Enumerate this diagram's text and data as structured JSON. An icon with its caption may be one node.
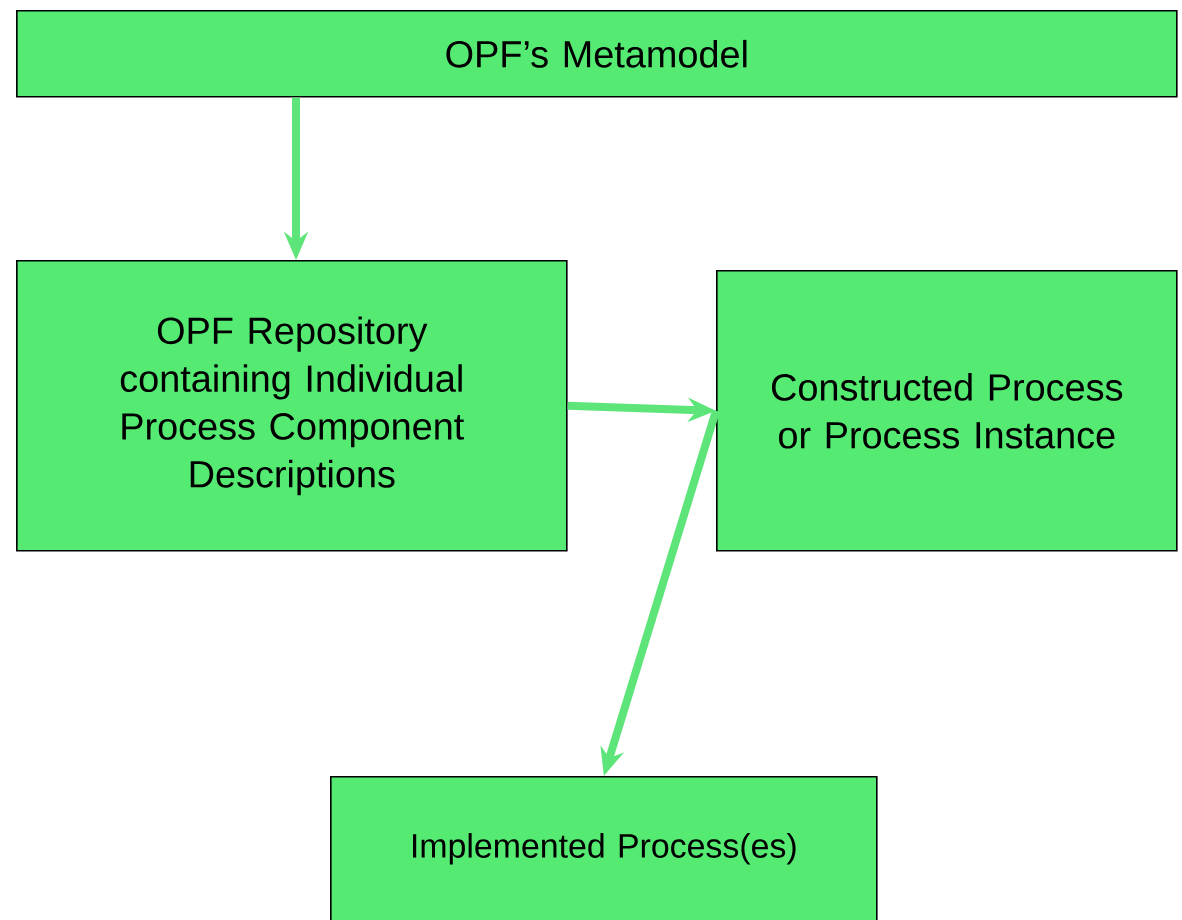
{
  "diagram": {
    "nodes": [
      {
        "text": [
          "OPF’s Metamodel"
        ]
      },
      {
        "text": [
          "OPF Repository containing Individual Process Component Descriptions"
        ]
      },
      {
        "text": [
          "Constructed Process or Process Instance"
        ]
      },
      {
        "text": [
          "Implemented Process(es)"
        ]
      }
    ],
    "edges": [
      {
        "from": 0,
        "to": 1,
        "arrow": "to"
      },
      {
        "from": 1,
        "to": 2,
        "arrow": "to"
      },
      {
        "from": 2,
        "to": 3,
        "arrow": "to"
      }
    ]
  }
}
